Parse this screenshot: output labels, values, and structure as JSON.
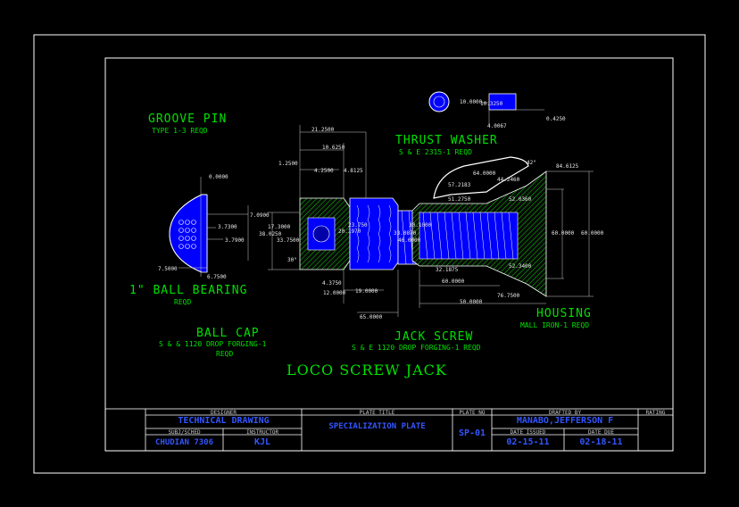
{
  "drawing_title": "LOCO SCREW JACK",
  "parts": {
    "groove_pin": {
      "name": "GROOVE PIN",
      "spec": "TYPE 1-3 REQD"
    },
    "thrust_washer": {
      "name": "THRUST WASHER",
      "spec": "S & E 2315-1 REQD"
    },
    "ball_bearing": {
      "name": "1\" BALL BEARING",
      "spec": "REQD"
    },
    "ball_cap": {
      "name": "BALL CAP",
      "spec": "S & & 1120 DROP FORGING-1",
      "spec2": "REQD"
    },
    "jack_screw": {
      "name": "JACK SCREW",
      "spec": "S & E 1120 DROP FORGING-1 REQD"
    },
    "housing": {
      "name": "HOUSING",
      "spec": "MALL IRON-1 REQD"
    }
  },
  "dimensions": {
    "d_0": "0.0000",
    "d_7_0900": "7.0900",
    "d_3_7300": "3.7300",
    "d_3_7900": "3.7900",
    "d_7_5000": "7.5000",
    "d_6_7500": "6.7500",
    "d_21_2500": "21.2500",
    "d_10_6250": "10.6250",
    "d_1_2500": "1.2500",
    "d_4_2500": "4.2500",
    "d_4_8125": "4.8125",
    "d_17_3000": "17.3000",
    "d_38_0250": "38.0250",
    "d_33_7500": "33.7500",
    "d_30deg": "30°",
    "d_4_3750": "4.3750",
    "d_12_0000": "12.0000",
    "d_19_0000": "19.0000",
    "d_65_0000": "65.0000",
    "d_20_1970": "20.1970",
    "d_23_750": "23.750",
    "d_30_1000": "30.1000",
    "d_33_0870": "33.0870",
    "d_46_0000": "46.0000",
    "d_57_2183": "57.2183",
    "d_51_2750": "51.2750",
    "d_64_0000": "64.0000",
    "d_42deg": "42°",
    "d_84_6125": "84.6125",
    "d_44_2460": "44.2460",
    "d_52_0360": "52.0360",
    "d_60_0000": "60.0000",
    "d_60_0000b": "60.0000",
    "d_32_1875": "32.1875",
    "d_60_0000c": "60.0000",
    "d_52_3400": "52.3400",
    "d_50_0000": "50.0000",
    "d_76_7500": "76.7500",
    "d_10_0000": "10.0000",
    "d_10_3250": "10.3250",
    "d_4_0067": "4.0067",
    "d_0_4250": "0.4250"
  },
  "title_block": {
    "h_designer": "DESIGNER",
    "designer_value": "TECHNICAL DRAWING",
    "h_subject": "SUBJ/SCHED",
    "subject_value": "CHUDIAN 7306",
    "h_instructor": "INSTRUCTOR",
    "instructor_value": "KJL",
    "h_plate_title": "PLATE TITLE",
    "plate_title_value": "SPECIALIZATION PLATE",
    "h_plate_no": "PLATE NO",
    "plate_no_value": "SP-01",
    "h_drafted_by": "DRAFTED BY",
    "drafted_by_value": "MANABO,JEFFERSON F",
    "h_date_issued": "DATE ISSUED",
    "date_issued_value": "02-15-11",
    "h_date_due": "DATE DUE",
    "date_due_value": "02-18-11",
    "h_rating": "RATING"
  },
  "colors": {
    "background": "#000000",
    "border": "#ffffff",
    "label_green": "#00e000",
    "part_blue": "#0000ff",
    "hatch_green": "#00cc00",
    "title_block_blue": "#3355ff"
  }
}
